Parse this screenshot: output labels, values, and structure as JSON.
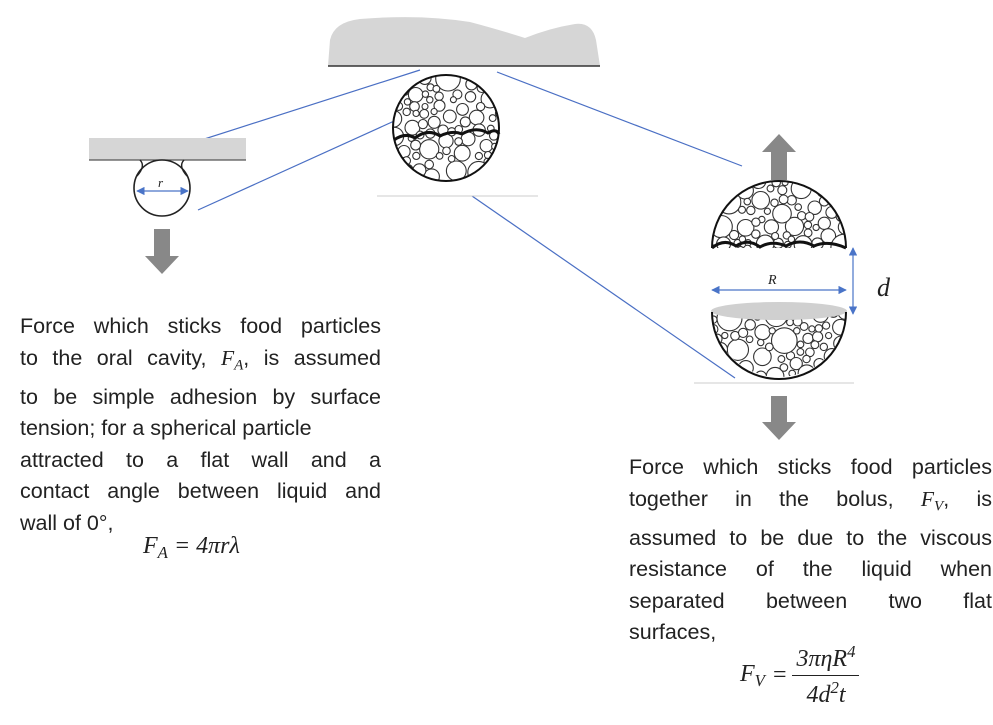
{
  "diagram": {
    "label_r": "r",
    "label_R": "R",
    "label_d": "d"
  },
  "left_text": {
    "line1": "Force which sticks food particles",
    "line2_pre": "to the oral cavity,",
    "line2_sym": "F",
    "line2_sub": "A",
    "line2_post": ", is assumed",
    "line3": "to be simple adhesion by surface",
    "line4": "tension; for a spherical particle",
    "line5": "attracted to a flat wall and a",
    "line6": "contact angle between liquid and",
    "line7": "wall of 0°,"
  },
  "left_equation": {
    "lhs": "F",
    "lhs_sub": "A",
    "rhs": "= 4πrλ"
  },
  "right_text": {
    "line1": "Force which sticks food particles",
    "line2_pre": "together in the bolus,",
    "line2_sym": "F",
    "line2_sub": "V",
    "line2_post": ", is",
    "line3": "assumed to be due to the viscous",
    "line4": "resistance of the liquid when",
    "line5": "separated between two flat",
    "line6": "surfaces,"
  },
  "right_equation": {
    "lhs": "F",
    "lhs_sub": "V",
    "eq": "=",
    "num_main": "3πηR",
    "num_exp": "4",
    "den_main": "4d",
    "den_exp": "2",
    "den_tail": "t"
  }
}
